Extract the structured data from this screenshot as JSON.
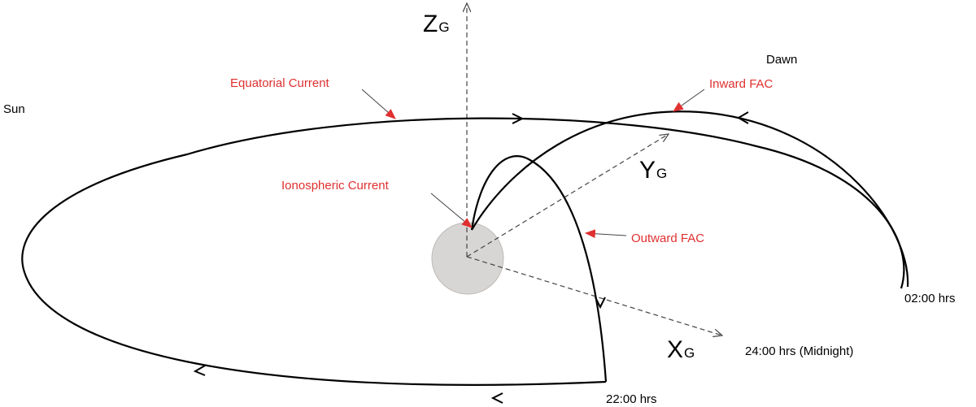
{
  "labels": {
    "sun": "Sun",
    "dawn": "Dawn",
    "equatorial_current": "Equatorial Current",
    "inward_fac": "Inward FAC",
    "outward_fac": "Outward FAC",
    "ionospheric_current": "Ionospheric Current",
    "time_0200": "02:00 hrs",
    "time_2400": "24:00 hrs (Midnight)",
    "time_2200": "22:00 hrs"
  },
  "axes": {
    "z": {
      "letter": "Z",
      "subscript": "G"
    },
    "y": {
      "letter": "Y",
      "subscript": "G"
    },
    "x": {
      "letter": "X",
      "subscript": "G"
    }
  },
  "colors": {
    "annotation": "#e03030",
    "line": "#000000",
    "axis": "#444444",
    "earth_fill": "#d8d6d4",
    "earth_stroke": "#bdbab7"
  }
}
